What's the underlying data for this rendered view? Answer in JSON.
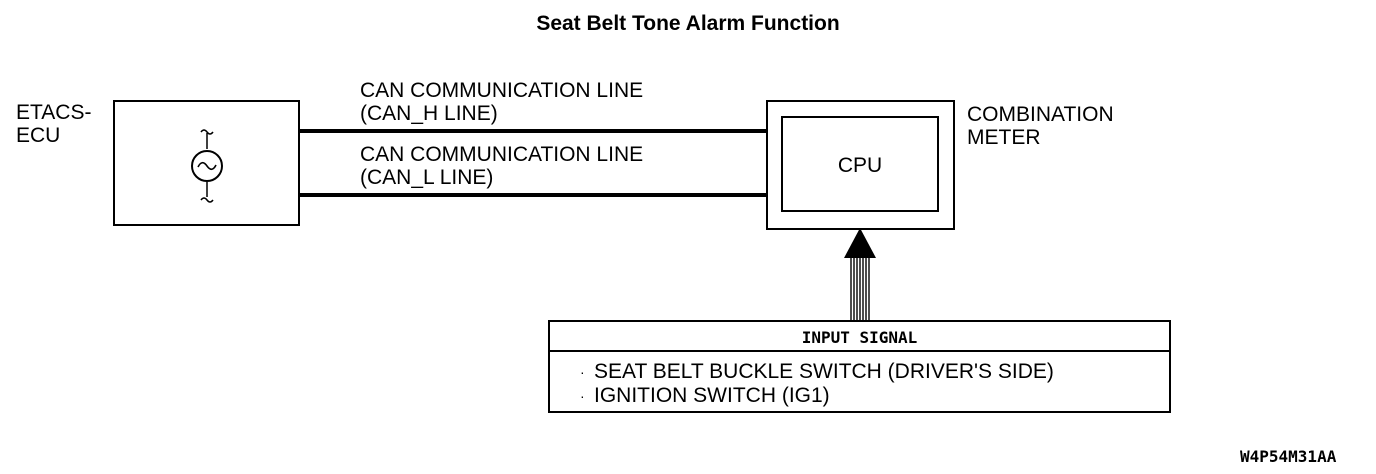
{
  "title": "Seat Belt Tone Alarm Function",
  "etacs": {
    "label_line1": "ETACS-",
    "label_line2": "ECU",
    "icon": "oscillator-icon"
  },
  "can_h": {
    "line1": "CAN COMMUNICATION LINE",
    "line2": "(CAN_H LINE)"
  },
  "can_l": {
    "line1": "CAN COMMUNICATION LINE",
    "line2": "(CAN_L LINE)"
  },
  "meter": {
    "label_line1": "COMBINATION",
    "label_line2": "METER",
    "cpu_label": "CPU"
  },
  "input_signal": {
    "header": "INPUT SIGNAL",
    "items": [
      "SEAT BELT BUCKLE SWITCH (DRIVER'S SIDE)",
      "IGNITION SWITCH (IG1)"
    ],
    "bullet": "·"
  },
  "figure_code": "W4P54M31AA"
}
